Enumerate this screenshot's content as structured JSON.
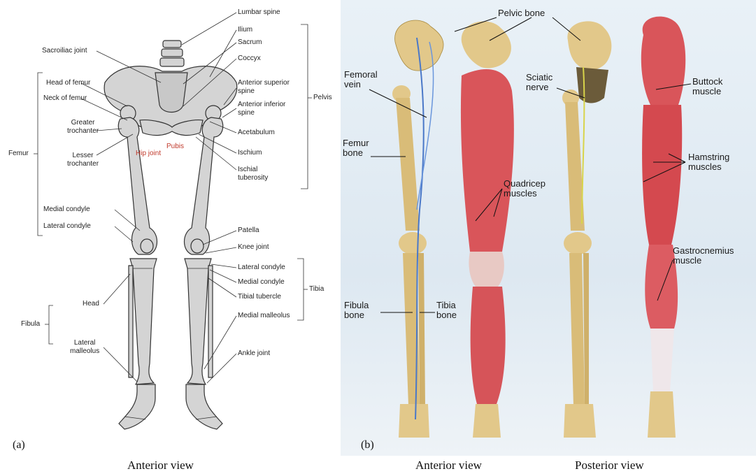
{
  "panel_a": {
    "letter": "(a)",
    "caption": "Anterior view",
    "groups": {
      "femur": "Femur",
      "fibula": "Fibula",
      "pelvis": "Pelvis",
      "tibia": "Tibia"
    },
    "labels": {
      "lumbar_spine": "Lumbar spine",
      "sacroiliac_joint": "Sacroiliac joint",
      "ilium": "Ilium",
      "sacrum": "Sacrum",
      "coccyx": "Coccyx",
      "head_of_femur": "Head of femur",
      "neck_of_femur": "Neck of femur",
      "anterior_superior_spine_1": "Anterior superior",
      "anterior_superior_spine_2": "spine",
      "anterior_inferior_spine_1": "Anterior inferior",
      "anterior_inferior_spine_2": "spine",
      "greater_trochanter_1": "Greater",
      "greater_trochanter_2": "trochanter",
      "acetabulum": "Acetabulum",
      "hip_joint": "Hip joint",
      "pubis": "Pubis",
      "lesser_trochanter_1": "Lesser",
      "lesser_trochanter_2": "trochanter",
      "ischium": "Ischium",
      "ischial_tuberosity_1": "Ischial",
      "ischial_tuberosity_2": "tuberosity",
      "medial_condyle_femur": "Medial condyle",
      "lateral_condyle_femur": "Lateral condyle",
      "patella": "Patella",
      "knee_joint": "Knee joint",
      "lateral_condyle_tibia": "Lateral condyle",
      "medial_condyle_tibia": "Medial condyle",
      "tibial_tubercle": "Tibial tubercle",
      "head": "Head",
      "medial_malleolus": "Medial malleolus",
      "lateral_malleolus_1": "Lateral",
      "lateral_malleolus_2": "malleolus",
      "ankle_joint": "Ankle joint"
    }
  },
  "panel_b": {
    "letter": "(b)",
    "caption_anterior": "Anterior view",
    "caption_posterior": "Posterior view",
    "labels": {
      "pelvic_bone": "Pelvic bone",
      "femoral_vein_1": "Femoral",
      "femoral_vein_2": "vein",
      "sciatic_nerve_1": "Sciatic",
      "sciatic_nerve_2": "nerve",
      "buttock_muscle_1": "Buttock",
      "buttock_muscle_2": "muscle",
      "femur_bone_1": "Femur",
      "femur_bone_2": "bone",
      "hamstring_muscles_1": "Hamstring",
      "hamstring_muscles_2": "muscles",
      "quadricep_muscles_1": "Quadricep",
      "quadricep_muscles_2": "muscles",
      "gastrocnemius_muscle_1": "Gastrocnemius",
      "gastrocnemius_muscle_2": "muscle",
      "fibula_bone_1": "Fibula",
      "fibula_bone_2": "bone",
      "tibia_bone_1": "Tibia",
      "tibia_bone_2": "bone"
    }
  },
  "colors": {
    "bone_gray": "#d4d4d4",
    "bone_outline": "#333333",
    "bone_tan": "#e2c88a",
    "muscle_red": "#d9555a",
    "vein_blue": "#4a78c8",
    "panel_b_bg": "#e4eef5"
  }
}
